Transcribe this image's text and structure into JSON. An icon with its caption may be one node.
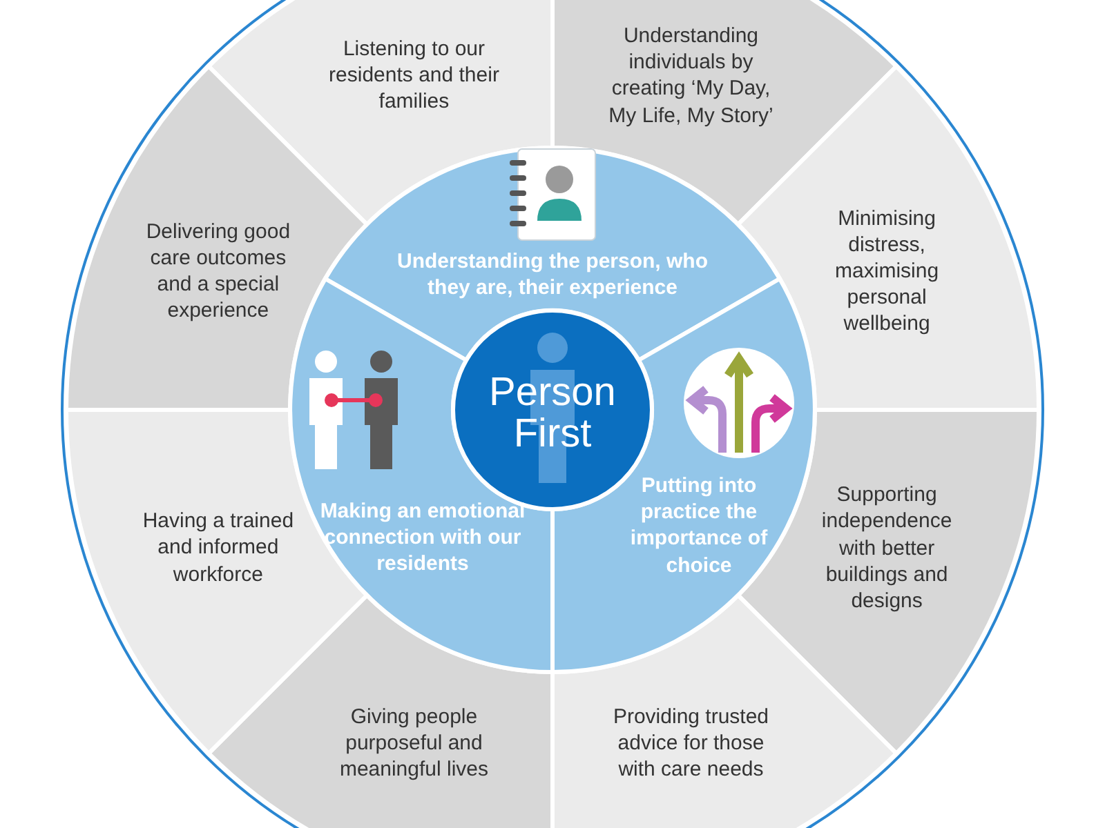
{
  "diagram": {
    "nodes": [
      {
        "text": [
          "Listening to our residents and their families"
        ]
      },
      {
        "text": [
          "Understanding individuals by creating ‘My Day, My Life, My Story’"
        ]
      },
      {
        "text": [
          "Minimising distress, maximising personal wellbeing"
        ]
      },
      {
        "text": [
          "Supporting independence with better buildings and designs"
        ]
      },
      {
        "text": [
          "Providing trusted advice for those with care needs"
        ]
      },
      {
        "text": [
          "Giving people purposeful and meaningful lives"
        ]
      },
      {
        "text": [
          "Having a trained and informed workforce"
        ]
      },
      {
        "text": [
          "Delivering good care outcomes and a special experience"
        ]
      },
      {
        "text": [
          "Understanding the person, who they are, their experience"
        ]
      },
      {
        "text": [
          "Putting into practice the importance of choice"
        ]
      },
      {
        "text": [
          "Making an emotional connection with our residents"
        ]
      },
      {
        "text": [
          "Person First"
        ]
      }
    ]
  }
}
